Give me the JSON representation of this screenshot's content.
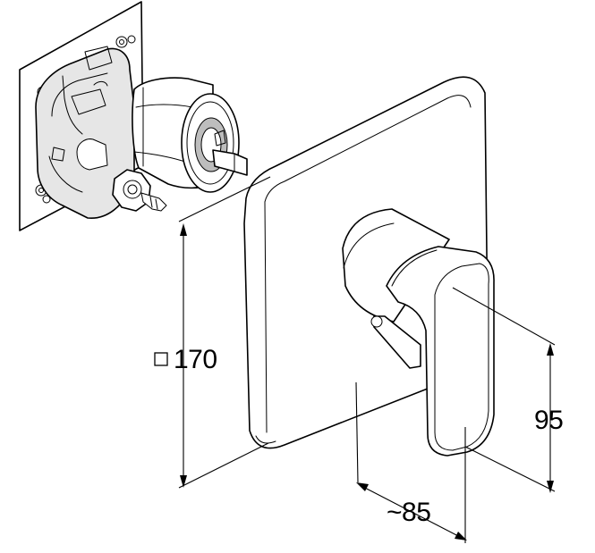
{
  "dimensions": {
    "plate_size": {
      "symbol": "□",
      "value": "170"
    },
    "lever_height": "95",
    "projection": "~85"
  }
}
